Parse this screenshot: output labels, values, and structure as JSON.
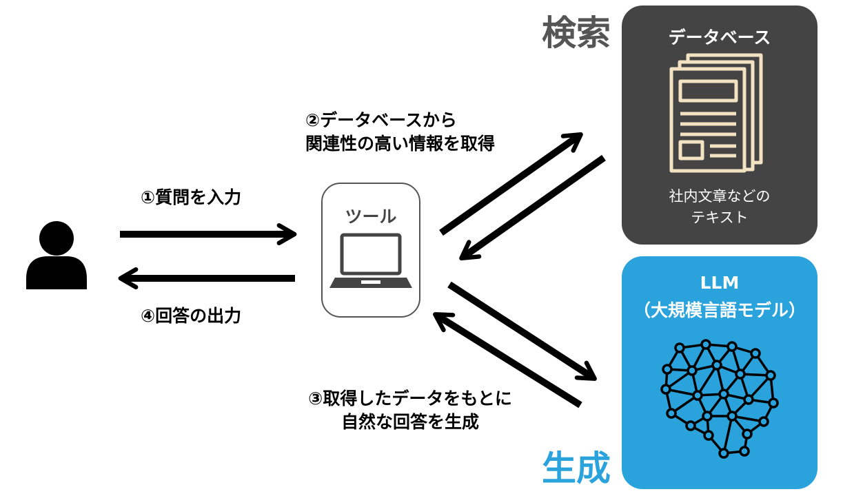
{
  "header": {
    "search_label": "検索",
    "generate_label": "生成"
  },
  "database": {
    "title": "データベース",
    "subtitle": [
      "社内文章などの",
      "テキスト"
    ]
  },
  "llm": {
    "title": "LLM",
    "subtitle": "（大規模言語モデル）"
  },
  "tool": {
    "title": "ツール"
  },
  "steps": {
    "input": "①質問を入力",
    "retrieve": [
      "②データベースから",
      "関連性の高い情報を取得"
    ],
    "generate": [
      "③取得したデータをもとに",
      "自然な回答を生成"
    ],
    "output": "④回答の出力"
  },
  "colors": {
    "db_panel": "#444444",
    "llm_panel": "#2aa3dd",
    "search_word": "#555555",
    "generate_word": "#2aa3dd",
    "arrow": "#000000"
  },
  "icons": {
    "user": "user-icon",
    "laptop": "laptop-icon",
    "document": "document-icon",
    "brain": "neural-brain-icon"
  }
}
